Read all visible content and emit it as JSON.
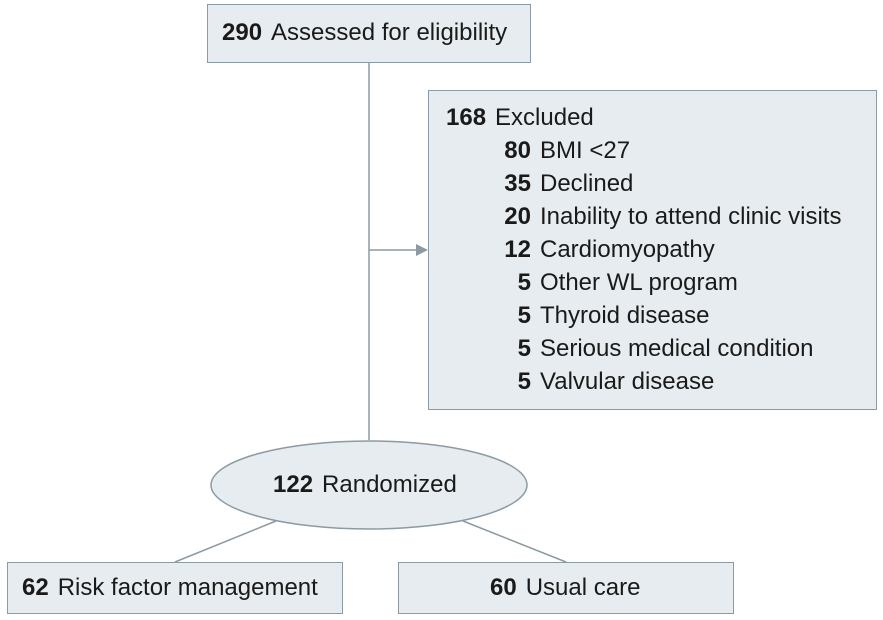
{
  "assessed": {
    "count": "290",
    "label": "Assessed for eligibility"
  },
  "excluded": {
    "count": "168",
    "label": "Excluded",
    "reasons": [
      {
        "count": "80",
        "label": "BMI <27"
      },
      {
        "count": "35",
        "label": "Declined"
      },
      {
        "count": "20",
        "label": "Inability to attend clinic visits"
      },
      {
        "count": "12",
        "label": "Cardiomyopathy"
      },
      {
        "count": "5",
        "label": "Other WL program"
      },
      {
        "count": "5",
        "label": "Thyroid disease"
      },
      {
        "count": "5",
        "label": "Serious medical condition"
      },
      {
        "count": "5",
        "label": "Valvular disease"
      }
    ]
  },
  "randomized": {
    "count": "122",
    "label": "Randomized"
  },
  "arms": [
    {
      "count": "62",
      "label": "Risk factor management"
    },
    {
      "count": "60",
      "label": "Usual care"
    }
  ],
  "colors": {
    "box_fill": "#e6ecef",
    "box_border": "#8c9aa3",
    "line": "#8c9aa3"
  }
}
